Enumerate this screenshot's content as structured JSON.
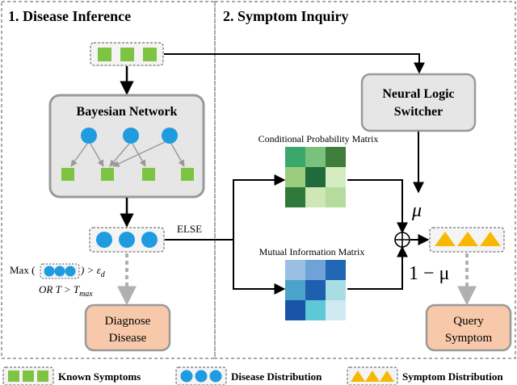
{
  "panels": {
    "left_title": "1. Disease  Inference",
    "right_title": "2. Symptom Inquiry"
  },
  "bayesian_network": {
    "title": "Bayesian Network"
  },
  "neural_logic_switcher": {
    "line1": "Neural Logic",
    "line2": "Switcher"
  },
  "matrices": {
    "conditional_title": "Conditional Probability Matrix",
    "conditional_colors": [
      [
        "#3aa86b",
        "#79c17c",
        "#3f7d3a"
      ],
      [
        "#9ccd7f",
        "#1f6b3c",
        "#d5ebc0"
      ],
      [
        "#2f7a3a",
        "#cfe7b5",
        "#b5dc9e"
      ]
    ],
    "mutual_title": "Mutual Information Matrix",
    "mutual_colors": [
      [
        "#9bbfe3",
        "#6fa3d8",
        "#2166b4"
      ],
      [
        "#4aa3c8",
        "#1f5fb0",
        "#a8dde6"
      ],
      [
        "#1a52a8",
        "#5cc8d8",
        "#cfeaf2"
      ]
    ]
  },
  "labels": {
    "else": "ELSE",
    "mu": "μ",
    "one_minus_mu": "1 − μ",
    "max_prefix": "Max (",
    "max_suffix": ") > ε",
    "max_sub": "d",
    "or_text": "OR  T > T",
    "or_sub": "max"
  },
  "outputs": {
    "diagnose_line1": "Diagnose",
    "diagnose_line2": "Disease",
    "query_line1": "Query",
    "query_line2": "Symptom"
  },
  "legend": {
    "known": "Known Symptoms",
    "disease": "Disease Distribution",
    "symptom": "Symptom Distribution"
  },
  "colors": {
    "green": "#7ec342",
    "blue": "#1f9be0",
    "yellow": "#f6b800",
    "box_gray": "#e6e6e6",
    "box_peach": "#f7c9aa"
  }
}
